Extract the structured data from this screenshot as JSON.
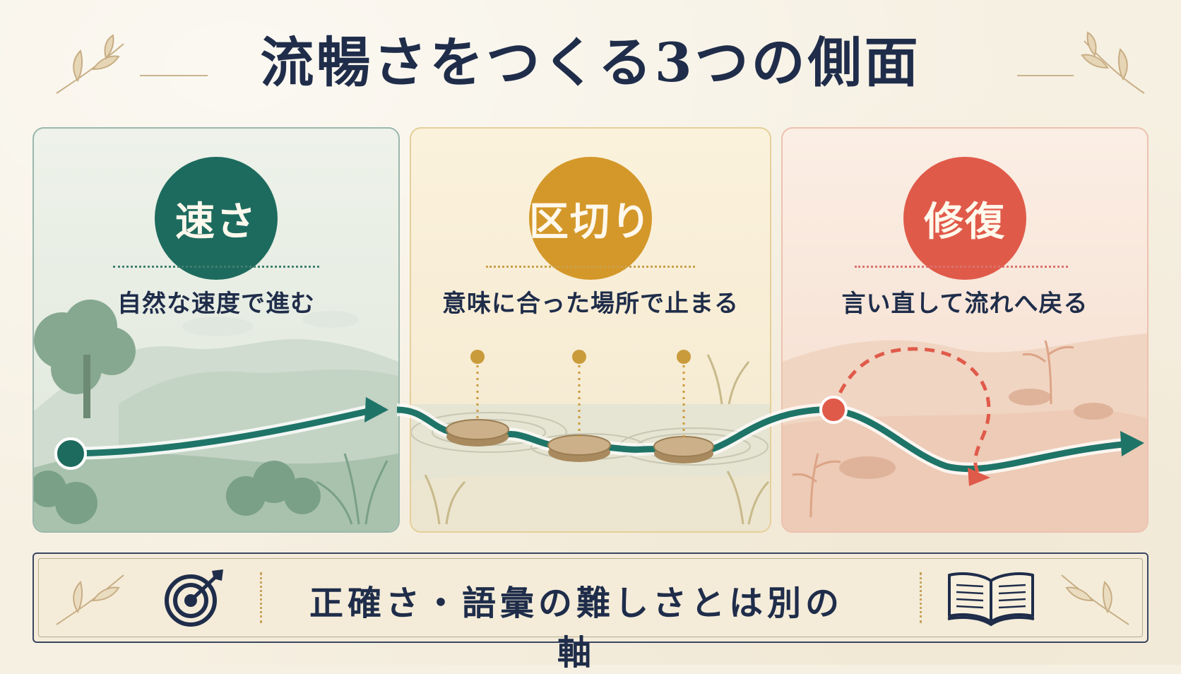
{
  "title": "流暢さをつくる3つの側面",
  "panels": [
    {
      "badge": "速さ",
      "description": "自然な速度で進む",
      "color": "#1d6b5e"
    },
    {
      "badge": "区切り",
      "description": "意味に合った場所で止まる",
      "color": "#d4982a"
    },
    {
      "badge": "修復",
      "description": "言い直して流れへ戻る",
      "color": "#e05a4a"
    }
  ],
  "footer": {
    "text": "正確さ・語彙の難しさとは別の軸",
    "left_icon": "target-icon",
    "right_icon": "open-book-icon"
  },
  "colors": {
    "navy": "#1f2d4a",
    "flow": "#1f7468",
    "gold": "#c99b3b",
    "red": "#e05a4a"
  }
}
